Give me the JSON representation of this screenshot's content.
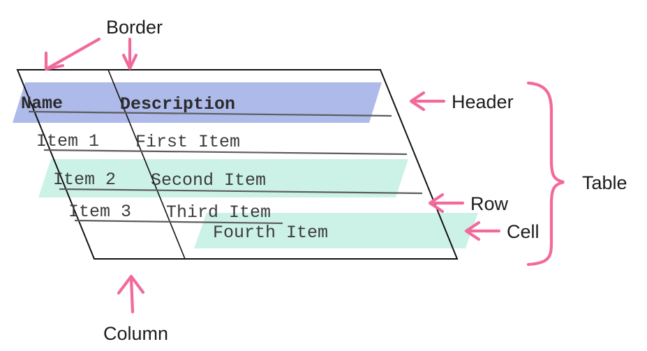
{
  "diagram": {
    "title_absent": true,
    "background_color": "#ffffff",
    "accent_color": "#f2699c",
    "header_band_color": "#aebaea",
    "row_band_color": "#ccf2e8",
    "outline_color": "#111111",
    "rule_color": "#5c5c5c",
    "text_color": "#1c1c1c"
  },
  "table": {
    "columns": [
      "Name",
      "Description"
    ],
    "rows": [
      {
        "name": "Item 1",
        "description": "First Item"
      },
      {
        "name": "Item 2",
        "description": "Second Item"
      },
      {
        "name": "Item 3",
        "description": "Third Item"
      }
    ],
    "floating_cell": "Fourth Item"
  },
  "annotations": [
    {
      "id": "border",
      "label": "Border"
    },
    {
      "id": "header",
      "label": "Header"
    },
    {
      "id": "table",
      "label": "Table"
    },
    {
      "id": "row",
      "label": "Row"
    },
    {
      "id": "cell",
      "label": "Cell"
    },
    {
      "id": "column",
      "label": "Column"
    }
  ]
}
